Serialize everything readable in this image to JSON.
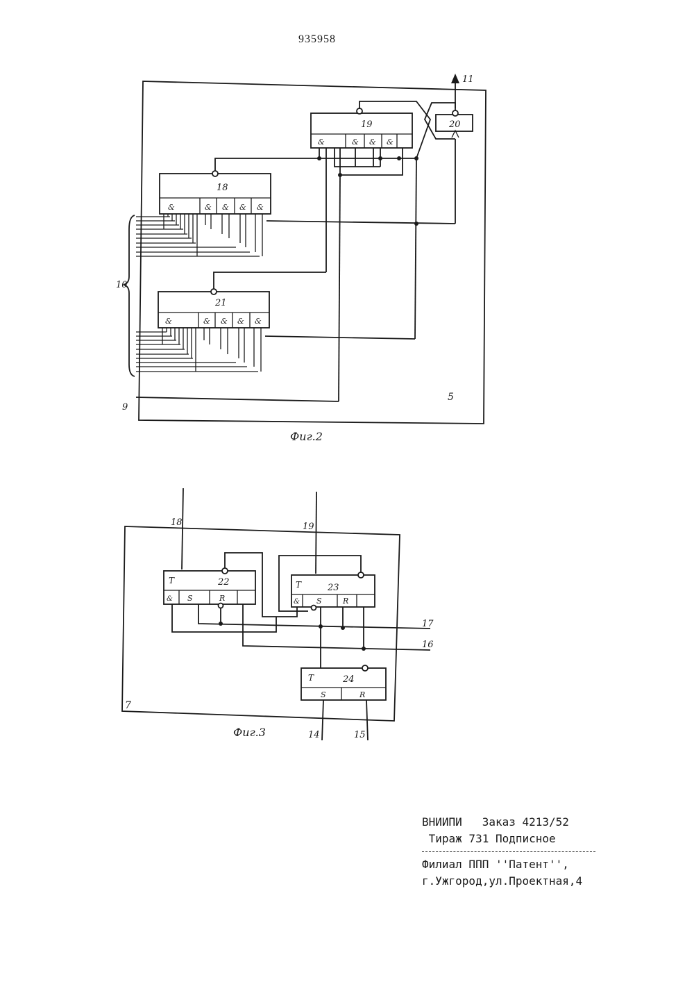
{
  "patent_number": "935958",
  "fig2": {
    "caption": "Фиг.2",
    "block_label": "5",
    "output_label": "11",
    "input_label": "9",
    "bus_label": "10",
    "blocks": [
      {
        "id": "18",
        "gates": [
          "&",
          "&",
          "&",
          "&",
          "&"
        ]
      },
      {
        "id": "19",
        "gates": [
          "&",
          "&",
          "&",
          "&"
        ]
      },
      {
        "id": "20",
        "gates": []
      },
      {
        "id": "21",
        "gates": [
          "&",
          "&",
          "&",
          "&",
          "&"
        ]
      }
    ]
  },
  "fig3": {
    "caption": "Фиг.3",
    "block_label": "7",
    "inputs": [
      "18",
      "19",
      "14",
      "15"
    ],
    "outputs": [
      "17",
      "16"
    ],
    "triggers": [
      {
        "id": "22",
        "type": "T",
        "pins": [
          "&",
          "S",
          "R"
        ]
      },
      {
        "id": "23",
        "type": "T",
        "pins": [
          "&",
          "S",
          "R"
        ]
      },
      {
        "id": "24",
        "type": "T",
        "pins": [
          "S",
          "R"
        ]
      }
    ]
  },
  "imprint": {
    "line1": "ВНИИПИ   Заказ 4213/52",
    "line2": " Тираж 731 Подписное",
    "line3": "Филиал ППП ''Патент'',",
    "line4": "г.Ужгород,ул.Проектная,4"
  }
}
